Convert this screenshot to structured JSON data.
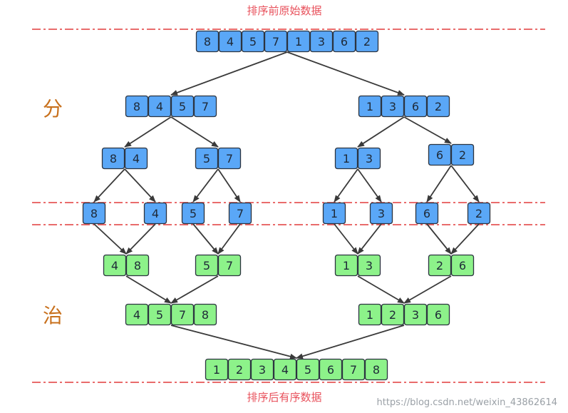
{
  "title_top": "排序前原始数据",
  "title_bottom": "排序后有序数据",
  "label_divide": "分",
  "label_conquer": "治",
  "watermark": "https://blog.csdn.net/weixin_43862614",
  "colors": {
    "split": "#5aa7f7",
    "merge": "#8df28a",
    "dash": "#e23b3b",
    "text": "#1f2a38"
  },
  "groups": [
    {
      "id": "s0",
      "kind": "split",
      "values": [
        "8",
        "4",
        "5",
        "7",
        "1",
        "3",
        "6",
        "2"
      ]
    },
    {
      "id": "s1a",
      "kind": "split",
      "values": [
        "8",
        "4",
        "5",
        "7"
      ]
    },
    {
      "id": "s1b",
      "kind": "split",
      "values": [
        "1",
        "3",
        "6",
        "2"
      ]
    },
    {
      "id": "s2a",
      "kind": "split",
      "values": [
        "8",
        "4"
      ]
    },
    {
      "id": "s2b",
      "kind": "split",
      "values": [
        "5",
        "7"
      ]
    },
    {
      "id": "s2c",
      "kind": "split",
      "values": [
        "1",
        "3"
      ]
    },
    {
      "id": "s2d",
      "kind": "split",
      "values": [
        "6",
        "2"
      ]
    },
    {
      "id": "l1",
      "kind": "split",
      "values": [
        "8"
      ]
    },
    {
      "id": "l2",
      "kind": "split",
      "values": [
        "4"
      ]
    },
    {
      "id": "l3",
      "kind": "split",
      "values": [
        "5"
      ]
    },
    {
      "id": "l4",
      "kind": "split",
      "values": [
        "7"
      ]
    },
    {
      "id": "l5",
      "kind": "split",
      "values": [
        "1"
      ]
    },
    {
      "id": "l6",
      "kind": "split",
      "values": [
        "3"
      ]
    },
    {
      "id": "l7",
      "kind": "split",
      "values": [
        "6"
      ]
    },
    {
      "id": "l8",
      "kind": "split",
      "values": [
        "2"
      ]
    },
    {
      "id": "m1a",
      "kind": "merge",
      "values": [
        "4",
        "8"
      ]
    },
    {
      "id": "m1b",
      "kind": "merge",
      "values": [
        "5",
        "7"
      ]
    },
    {
      "id": "m1c",
      "kind": "merge",
      "values": [
        "1",
        "3"
      ]
    },
    {
      "id": "m1d",
      "kind": "merge",
      "values": [
        "2",
        "6"
      ]
    },
    {
      "id": "m2a",
      "kind": "merge",
      "values": [
        "4",
        "5",
        "7",
        "8"
      ]
    },
    {
      "id": "m2b",
      "kind": "merge",
      "values": [
        "1",
        "2",
        "3",
        "6"
      ]
    },
    {
      "id": "m3",
      "kind": "merge",
      "values": [
        "1",
        "2",
        "3",
        "4",
        "5",
        "6",
        "7",
        "8"
      ]
    }
  ],
  "edges": [
    [
      "s0",
      "s1a"
    ],
    [
      "s0",
      "s1b"
    ],
    [
      "s1a",
      "s2a"
    ],
    [
      "s1a",
      "s2b"
    ],
    [
      "s1b",
      "s2c"
    ],
    [
      "s1b",
      "s2d"
    ],
    [
      "s2a",
      "l1"
    ],
    [
      "s2a",
      "l2"
    ],
    [
      "s2b",
      "l3"
    ],
    [
      "s2b",
      "l4"
    ],
    [
      "s2c",
      "l5"
    ],
    [
      "s2c",
      "l6"
    ],
    [
      "s2d",
      "l7"
    ],
    [
      "s2d",
      "l8"
    ],
    [
      "l1",
      "m1a"
    ],
    [
      "l2",
      "m1a"
    ],
    [
      "l3",
      "m1b"
    ],
    [
      "l4",
      "m1b"
    ],
    [
      "l5",
      "m1c"
    ],
    [
      "l6",
      "m1c"
    ],
    [
      "l7",
      "m1d"
    ],
    [
      "l8",
      "m1d"
    ],
    [
      "m1a",
      "m2a"
    ],
    [
      "m1b",
      "m2a"
    ],
    [
      "m1c",
      "m2b"
    ],
    [
      "m1d",
      "m2b"
    ],
    [
      "m2a",
      "m3"
    ],
    [
      "m2b",
      "m3"
    ]
  ]
}
